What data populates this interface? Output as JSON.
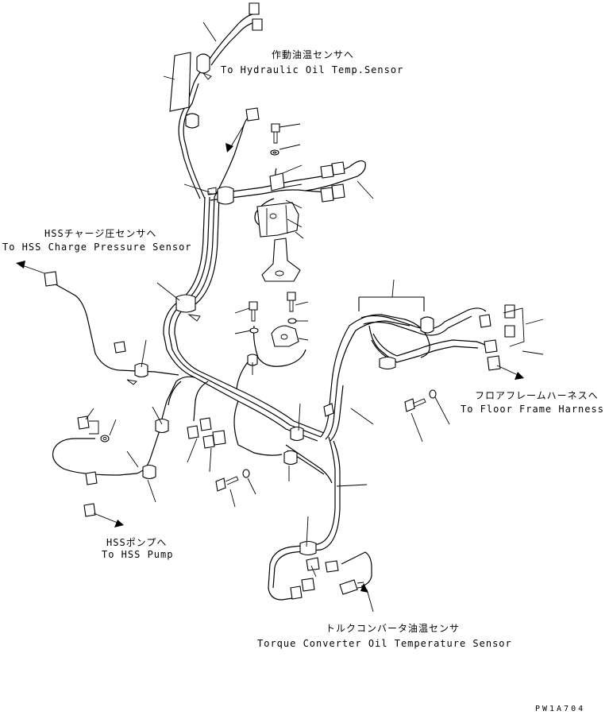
{
  "labels": {
    "hyd_oil_temp": {
      "jp": "作動油温センサへ",
      "en": "To Hydraulic Oil Temp.Sensor"
    },
    "hss_charge": {
      "jp": "HSSチャージ圧センサへ",
      "en": "To HSS Charge Pressure Sensor"
    },
    "floor_frame": {
      "jp": "フロアフレームハーネスへ",
      "en": "To Floor Frame Harness"
    },
    "hss_pump": {
      "jp": "HSSポンプへ",
      "en": "To HSS Pump"
    },
    "torque_conv": {
      "jp": "トルクコンバータ油温センサ",
      "en": "Torque Converter Oil Temperature Sensor"
    }
  },
  "drawing_code": "PW1A704"
}
